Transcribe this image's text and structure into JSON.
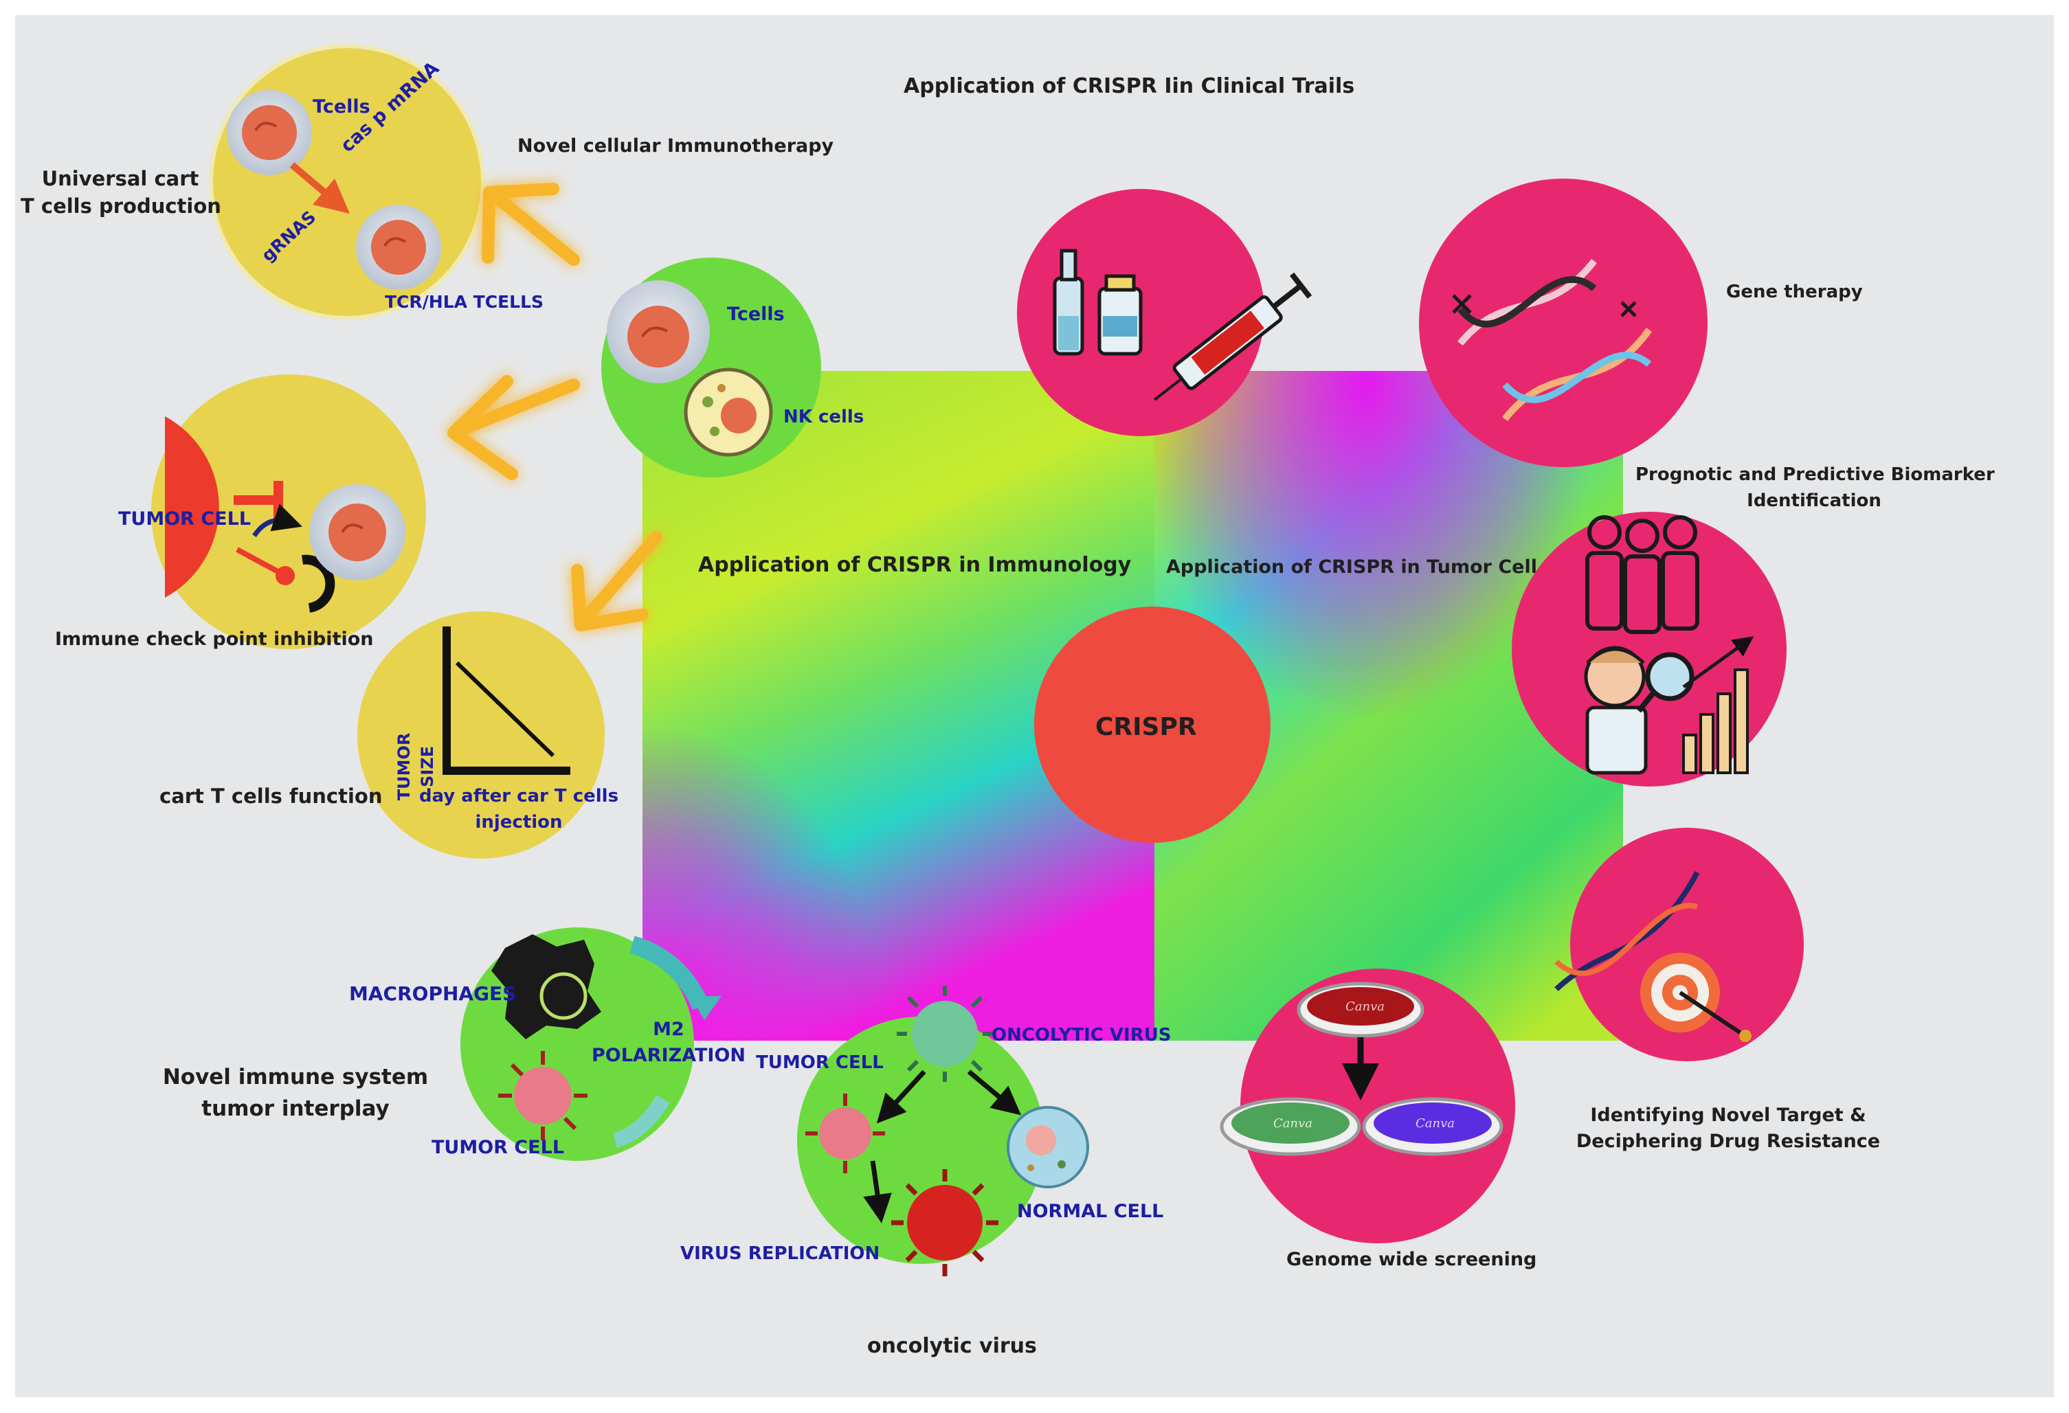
{
  "title": "Application of CRISPR Iin Clinical Trails",
  "center_label": "CRISPR",
  "quadrant_labels": {
    "immunology": "Application of CRISPR in Immunology",
    "tumor_cell": "Application of CRISPR in Tumor Cell"
  },
  "immunology": {
    "universal_cart": {
      "caption_line1": "Universal cart",
      "caption_line2": "T cells production",
      "tcells": "Tcells",
      "cas_mrna": "cas p mRNA",
      "grnas": "gRNAS",
      "tcr_hla": "TCR/HLA TCELLS"
    },
    "novel_cellular": {
      "caption": "Novel cellular Immunotherapy",
      "tcells": "Tcells",
      "nk_cells": "NK cells"
    },
    "checkpoint": {
      "caption": "Immune check point inhibition",
      "tumor_cell": "TUMOR CELL"
    },
    "cart_function": {
      "caption": "cart T cells function",
      "y_axis_line1": "TUMOR",
      "y_axis_line2": "SIZE",
      "x_axis_line1": "day after car T cells",
      "x_axis_line2": "injection"
    },
    "immune_interplay": {
      "caption_line1": "Novel immune system",
      "caption_line2": "tumor interplay",
      "macrophages": "MACROPHAGES",
      "m2_line1": "M2",
      "m2_line2": "POLARIZATION",
      "tumor_cell": "TUMOR CELL"
    },
    "oncolytic": {
      "caption": "oncolytic virus",
      "tumor_cell": "TUMOR CELL",
      "oncolytic_virus": "ONCOLYTIC VIRUS",
      "normal_cell": "NORMAL CELL",
      "virus_replication": "VIRUS REPLICATION"
    }
  },
  "tumor": {
    "gene_therapy": "Gene therapy",
    "biomarker_line1": "Prognotic and Predictive Biomarker",
    "biomarker_line2": "Identification",
    "drug_resistance_line1": "Identifying Novel Target &",
    "drug_resistance_line2": "Deciphering Drug Resistance",
    "genome_screening": "Genome wide screening",
    "dish_label": "Canva"
  },
  "colors": {
    "background": "#e6e7e9",
    "yellow_circle": "#e8d34f",
    "green_circle": "#6ddb3f",
    "pink_circle": "#e8286e",
    "center_circle": "#ef4a3f",
    "label_blue": "#1d1ea3",
    "label_dark": "#1f1f1f",
    "arrow_orange": "#f7b52a"
  }
}
